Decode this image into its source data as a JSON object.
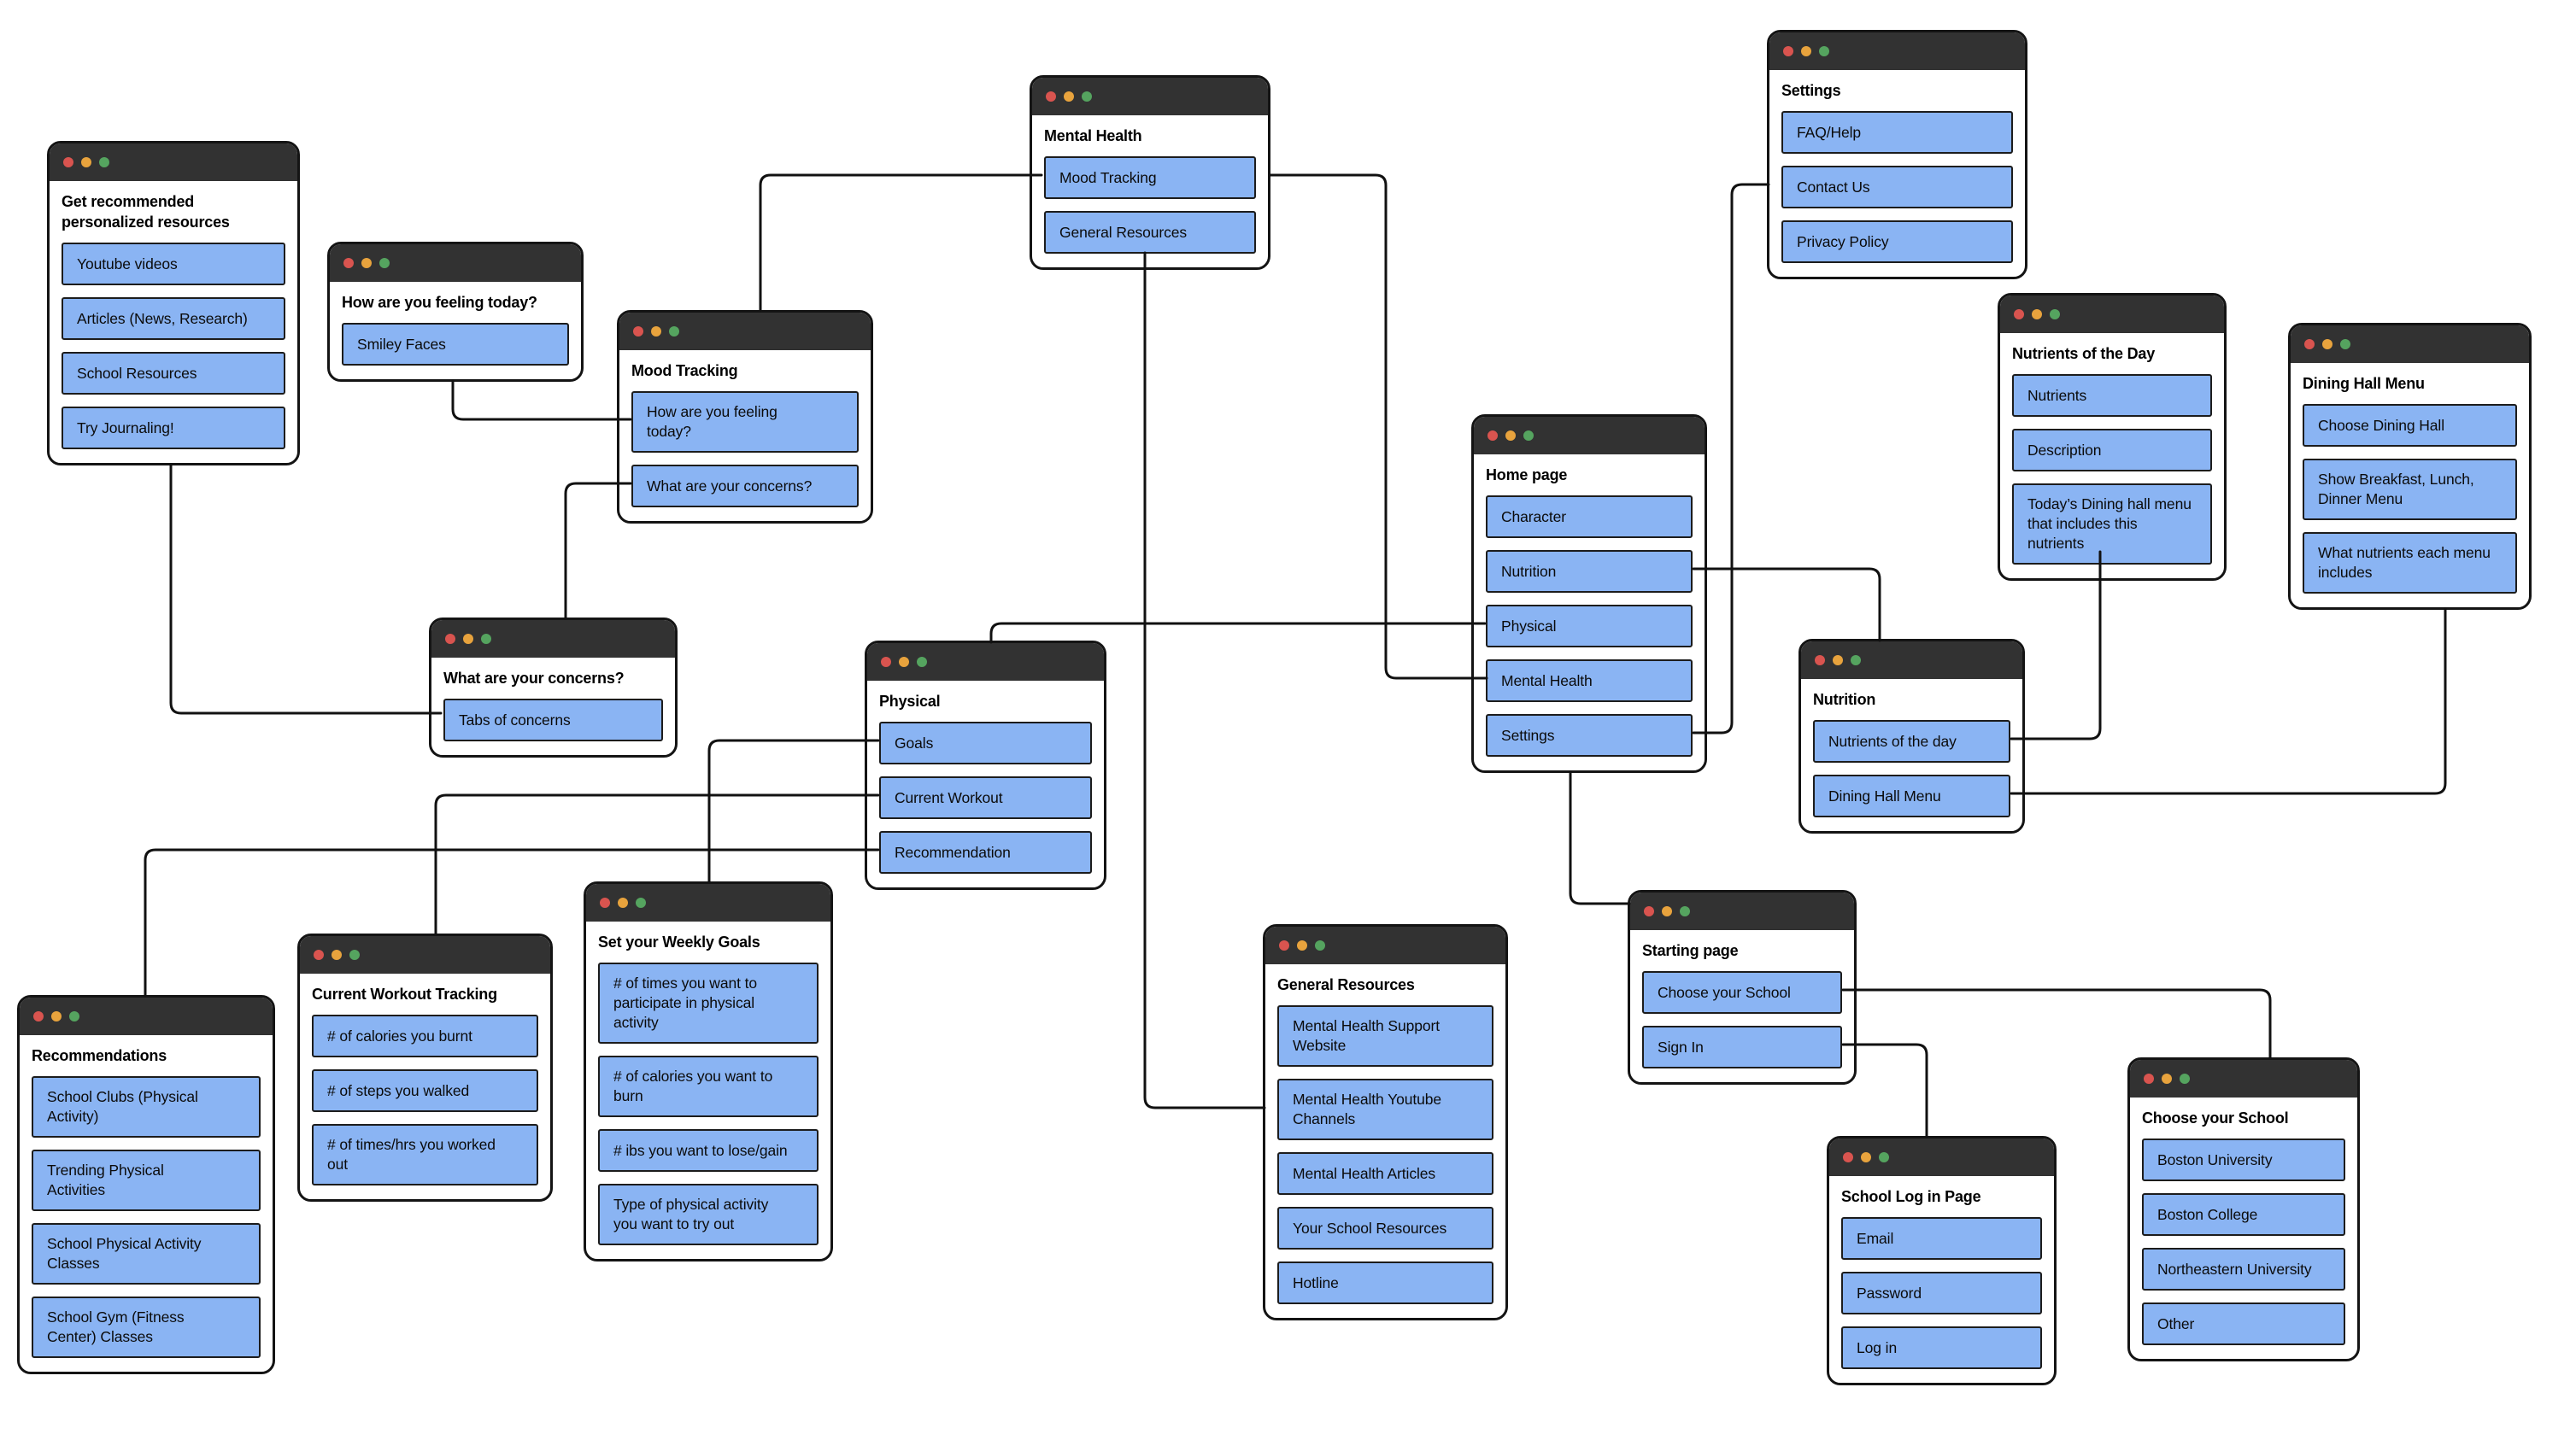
{
  "colors": {
    "background": "#ffffff",
    "titlebar": "#323232",
    "dot_red": "#d9544f",
    "dot_yellow": "#e8a33d",
    "dot_green": "#55a45f",
    "button_fill": "#8ab4f3",
    "button_border": "#1c1c1c",
    "window_border": "#141414",
    "connector": "#111111"
  },
  "diagram": {
    "windows": [
      {
        "id": "get-recommended",
        "title": "Get recommended\npersonalized  resources",
        "buttons": [
          "Youtube videos",
          "Articles (News, Research)",
          "School Resources",
          "Try Journaling!"
        ]
      },
      {
        "id": "feeling-today",
        "title": "How are you feeling today?",
        "buttons": [
          "Smiley Faces"
        ]
      },
      {
        "id": "mood-tracking",
        "title": "Mood Tracking",
        "buttons": [
          "How are you feeling\ntoday?",
          "What are your concerns?"
        ]
      },
      {
        "id": "mental-health",
        "title": "Mental Health",
        "buttons": [
          "Mood Tracking",
          "General Resources"
        ]
      },
      {
        "id": "settings",
        "title": "Settings",
        "buttons": [
          "FAQ/Help",
          "Contact Us",
          "Privacy Policy"
        ]
      },
      {
        "id": "nutrients-of-day",
        "title": "Nutrients of the Day",
        "buttons": [
          "Nutrients",
          "Description",
          "Today’s Dining hall menu\nthat includes this nutrients"
        ]
      },
      {
        "id": "dining-hall-menu",
        "title": "Dining Hall Menu",
        "buttons": [
          "Choose Dining Hall",
          "Show Breakfast, Lunch,\nDinner Menu",
          "What nutrients each menu\nincludes"
        ]
      },
      {
        "id": "home-page",
        "title": "Home page",
        "buttons": [
          "Character",
          "Nutrition",
          "Physical",
          "Mental Health",
          "Settings"
        ]
      },
      {
        "id": "nutrition",
        "title": "Nutrition",
        "buttons": [
          "Nutrients of the day",
          "Dining Hall Menu"
        ]
      },
      {
        "id": "concerns",
        "title": "What are your concerns?",
        "buttons": [
          "Tabs of concerns"
        ]
      },
      {
        "id": "physical",
        "title": "Physical",
        "buttons": [
          "Goals",
          "Current Workout",
          "Recommendation"
        ]
      },
      {
        "id": "weekly-goals",
        "title": "Set your Weekly Goals",
        "buttons": [
          "# of times you want to\nparticipate in physical\nactivity",
          "# of calories you want to\nburn",
          "# ibs you want to lose/gain",
          "Type of physical activity\nyou want to try out"
        ]
      },
      {
        "id": "workout-tracking",
        "title": "Current Workout Tracking",
        "buttons": [
          "# of calories you burnt",
          "# of steps you walked",
          "# of times/hrs you worked\nout"
        ]
      },
      {
        "id": "recommendations",
        "title": "Recommendations",
        "buttons": [
          "School Clubs (Physical\nActivity)",
          "Trending Physical\nActivities",
          "School Physical Activity\nClasses",
          "School Gym (Fitness\nCenter) Classes"
        ]
      },
      {
        "id": "general-resources",
        "title": "General Resources",
        "buttons": [
          "Mental Health Support\nWebsite",
          "Mental Health Youtube\nChannels",
          "Mental Health Articles",
          "Your School Resources",
          "Hotline"
        ]
      },
      {
        "id": "starting-page",
        "title": "Starting page",
        "buttons": [
          "Choose your School",
          "Sign In"
        ]
      },
      {
        "id": "login-page",
        "title": "School Log in Page",
        "buttons": [
          "Email",
          "Password",
          "Log in"
        ]
      },
      {
        "id": "choose-school",
        "title": "Choose your School",
        "buttons": [
          "Boston University",
          "Boston College",
          "Northeastern University",
          "Other"
        ]
      }
    ],
    "connections": [
      {
        "from": "get-recommended",
        "to": "concerns.Tabs of concerns"
      },
      {
        "from": "feeling-today",
        "to": "mood-tracking.How are you feeling today?"
      },
      {
        "from": "mood-tracking.What are your concerns?",
        "to": "concerns"
      },
      {
        "from": "mental-health.Mood Tracking",
        "to": "mood-tracking"
      },
      {
        "from": "mental-health.General Resources",
        "to": "general-resources"
      },
      {
        "from": "mental-health",
        "to": "home-page.Mental Health"
      },
      {
        "from": "home-page.Physical",
        "to": "physical"
      },
      {
        "from": "home-page.Nutrition",
        "to": "nutrition"
      },
      {
        "from": "home-page.Settings",
        "to": "settings"
      },
      {
        "from": "home-page",
        "to": "starting-page"
      },
      {
        "from": "nutrition.Nutrients of the day",
        "to": "nutrients-of-day"
      },
      {
        "from": "nutrition.Dining Hall Menu",
        "to": "dining-hall-menu"
      },
      {
        "from": "starting-page.Choose your School",
        "to": "choose-school"
      },
      {
        "from": "starting-page.Sign In",
        "to": "login-page"
      },
      {
        "from": "physical.Goals",
        "to": "weekly-goals"
      },
      {
        "from": "physical.Current Workout",
        "to": "workout-tracking"
      },
      {
        "from": "physical.Recommendation",
        "to": "recommendations"
      }
    ]
  }
}
